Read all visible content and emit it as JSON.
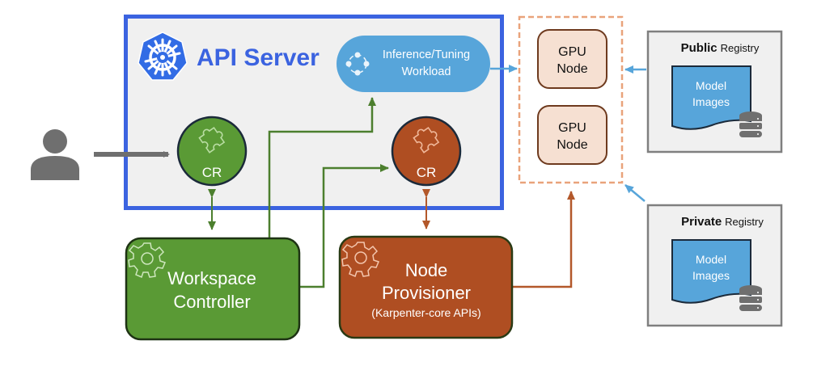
{
  "api_server": {
    "title": "API Server",
    "icon": "kubernetes-helm-icon"
  },
  "workload": {
    "line1": "Inference/Tuning",
    "line2": "Workload",
    "icon": "workload-cycle-icon"
  },
  "cr_green": {
    "label": "CR",
    "icon": "puzzle-icon"
  },
  "cr_orange": {
    "label": "CR",
    "icon": "puzzle-icon"
  },
  "workspace_controller": {
    "line1": "Workspace",
    "line2": "Controller",
    "icon": "gear-icon"
  },
  "node_provisioner": {
    "line1": "Node",
    "line2": "Provisioner",
    "line3": "(Karpenter-core APIs)",
    "icon": "gear-icon"
  },
  "gpu_nodes": [
    {
      "line1": "GPU",
      "line2": "Node"
    },
    {
      "line1": "GPU",
      "line2": "Node"
    }
  ],
  "public_registry": {
    "bold": "Public",
    "rest": "Registry",
    "doc_line1": "Model",
    "doc_line2": "Images"
  },
  "private_registry": {
    "bold": "Private",
    "rest": "Registry",
    "doc_line1": "Model",
    "doc_line2": "Images"
  },
  "user": {
    "icon": "user-icon"
  },
  "colors": {
    "k8s_blue": "#326CE5",
    "api_border": "#3B63E0",
    "panel_bg": "#F0F0F0",
    "green": "#5A9A35",
    "green_line": "#4C7F2E",
    "orange": "#AF4E22",
    "orange_line": "#B3582A",
    "workload_blue": "#57A5DA",
    "gpu_fill": "#F6E0D2",
    "gpu_border": "#6E3A1E",
    "dashed": "#E9A37B",
    "registry_border": "#7F7F7F",
    "gray": "#6F6F6F"
  }
}
